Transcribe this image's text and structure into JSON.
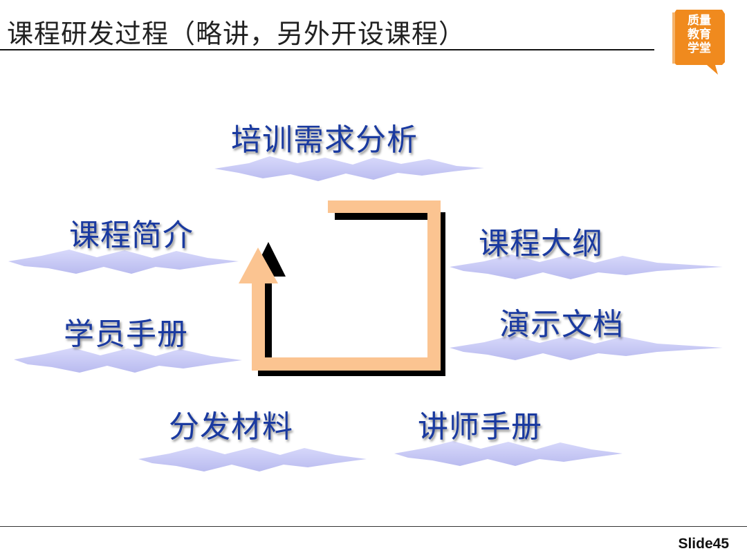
{
  "slide": {
    "title": "课程研发过程（略讲，另外开设课程）",
    "slide_number": "Slide45"
  },
  "logo": {
    "lines": [
      "质量",
      "教育",
      "学堂"
    ],
    "color": "#f08a1e"
  },
  "cycle_stages": [
    {
      "label": "培训需求分析"
    },
    {
      "label": "课程大纲"
    },
    {
      "label": "演示文档"
    },
    {
      "label": "讲师手册"
    },
    {
      "label": "分发材料"
    },
    {
      "label": "学员手册"
    },
    {
      "label": "课程简介"
    }
  ],
  "colors": {
    "label_text": "#1a3aa0",
    "splash": "#c7c8f5",
    "arrow_fill": "#fbc491",
    "arrow_shadow": "#000000"
  }
}
